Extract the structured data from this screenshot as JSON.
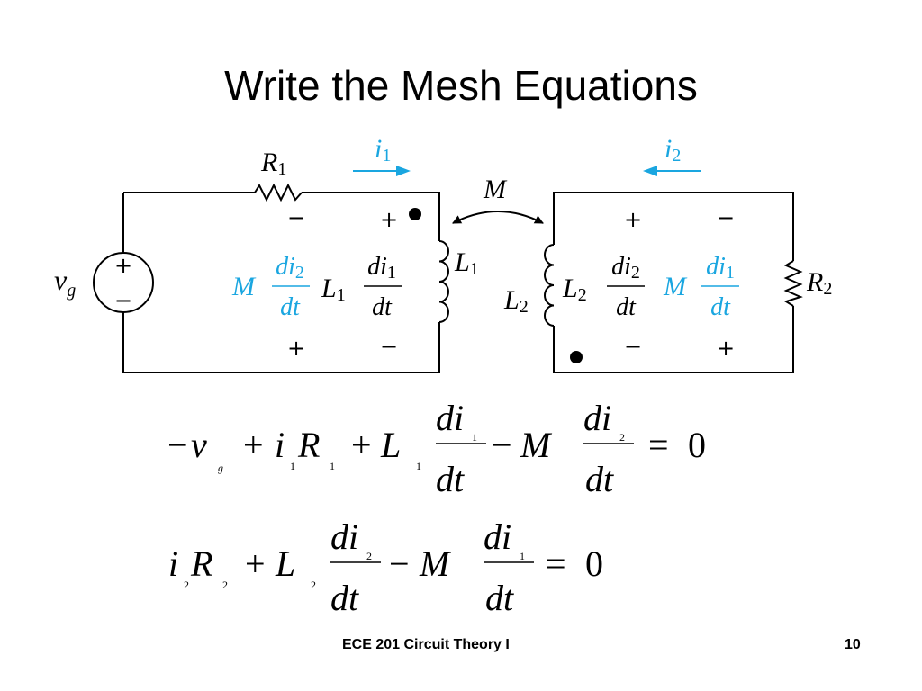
{
  "slide": {
    "title": "Write the Mesh Equations",
    "footer": "ECE 201 Circuit Theory I",
    "page_number": "10"
  },
  "colors": {
    "accent": "#1aa6e0",
    "ink": "#000000"
  },
  "circuit": {
    "R1": {
      "sym": "R",
      "sub": "1"
    },
    "R2": {
      "sym": "R",
      "sub": "2"
    },
    "L1": {
      "sym": "L",
      "sub": "1"
    },
    "L2": {
      "sym": "L",
      "sub": "2"
    },
    "M": "M",
    "vg": {
      "sym": "v",
      "sub": "g"
    },
    "i1": {
      "sym": "i",
      "sub": "1"
    },
    "i2": {
      "sym": "i",
      "sub": "2"
    },
    "plus": "+",
    "minus": "−",
    "left_voltage": {
      "coef": "M",
      "num": "di",
      "num_sub": "2",
      "den": "dt",
      "coef2": "L",
      "coef2_sub": "1",
      "num2": "di",
      "num2_sub": "1",
      "den2": "dt"
    },
    "right_voltage": {
      "coef": "L",
      "coef_sub": "2",
      "num": "di",
      "num_sub": "2",
      "den": "dt",
      "coef2": "M",
      "num2": "di",
      "num2_sub": "1",
      "den2": "dt"
    }
  },
  "equations": {
    "eq1": {
      "neg": "−",
      "v": "v",
      "v_sub": "g",
      "plus1": "+",
      "i": "i",
      "i_sub": "1",
      "R": "R",
      "R_sub": "1",
      "plus2": "+",
      "L": "L",
      "L_sub": "1",
      "num": "di",
      "num_sub": "1",
      "den": "dt",
      "minus": "−",
      "M": "M",
      "num2": "di",
      "num2_sub": "2",
      "den2": "dt",
      "eq": "=",
      "rhs": "0"
    },
    "eq2": {
      "i": "i",
      "i_sub": "2",
      "R": "R",
      "R_sub": "2",
      "plus": "+",
      "L": "L",
      "L_sub": "2",
      "num": "di",
      "num_sub": "2",
      "den": "dt",
      "minus": "−",
      "M": "M",
      "num2": "di",
      "num2_sub": "1",
      "den2": "dt",
      "eq": "=",
      "rhs": "0"
    }
  }
}
